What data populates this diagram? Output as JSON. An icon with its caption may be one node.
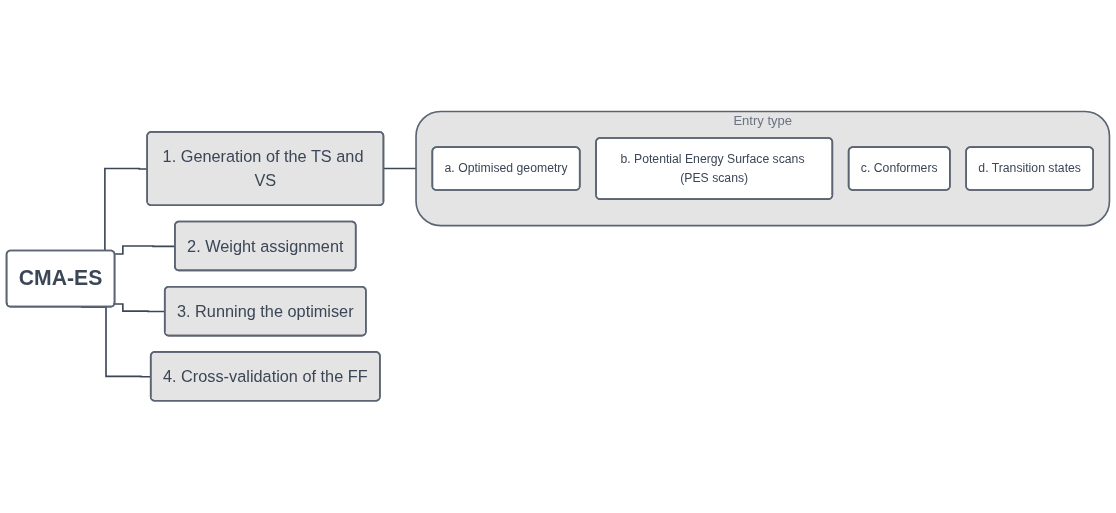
{
  "diagram": {
    "nodes": [
      {
        "text": [
          "CMA-ES"
        ]
      },
      {
        "text": [
          "1. Generation of the TS and VS"
        ]
      },
      {
        "text": [
          "2. Weight assignment"
        ]
      },
      {
        "text": [
          "3. Running the optimiser"
        ]
      },
      {
        "text": [
          "4. Cross-validation of the FF"
        ]
      },
      {
        "text": [
          "Entry type"
        ]
      },
      {
        "text": [
          "a. Optimised geometry"
        ],
        "in": 5
      },
      {
        "text": [
          "b. Potential Energy Surface scans (PES scans)"
        ],
        "in": 5
      },
      {
        "text": [
          "c. Conformers"
        ],
        "in": 5
      },
      {
        "text": [
          "d. Transition states"
        ],
        "in": 5
      }
    ],
    "edges": [
      {
        "from": 0,
        "to": 1,
        "arrow": "none"
      },
      {
        "from": 0,
        "to": 2,
        "arrow": "none"
      },
      {
        "from": 0,
        "to": 3,
        "arrow": "none"
      },
      {
        "from": 0,
        "to": 4,
        "arrow": "none"
      },
      {
        "from": 1,
        "to": 5,
        "arrow": "none"
      }
    ]
  }
}
